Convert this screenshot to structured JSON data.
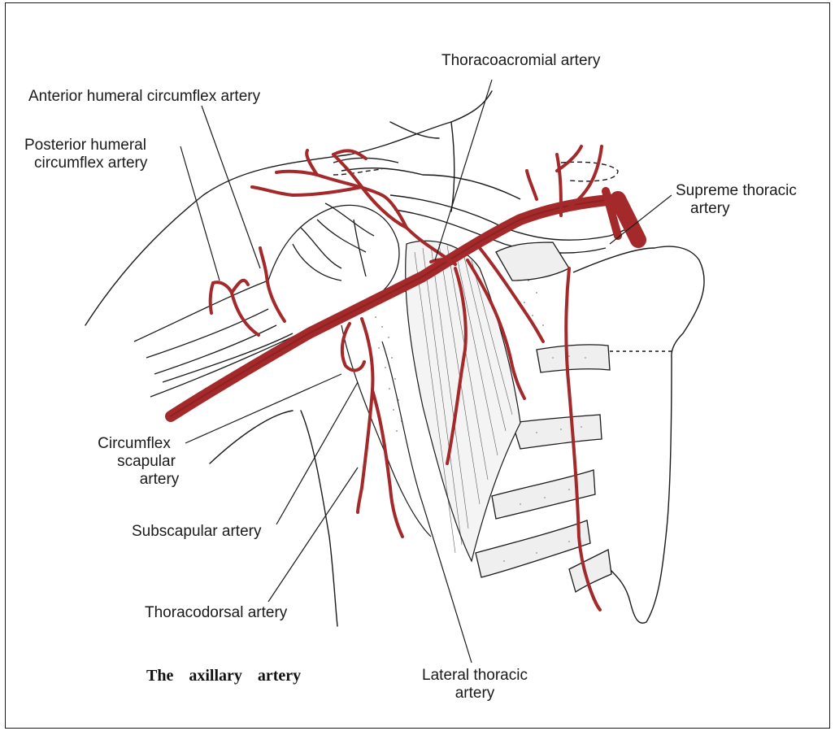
{
  "colors": {
    "artery": "#a3292a",
    "artery_dark": "#6e1416",
    "ink": "#1a1a1a",
    "background": "#ffffff"
  },
  "labels": {
    "thoracoacromial": "Thoracoacromial artery",
    "anterior_humeral": "Anterior humeral circumflex artery",
    "posterior_humeral": [
      "Posterior humeral",
      "circumflex artery"
    ],
    "supreme_thoracic": [
      "Supreme thoracic",
      "artery"
    ],
    "circumflex_scapular": [
      "Circumflex",
      "scapular",
      "artery"
    ],
    "subscapular": "Subscapular artery",
    "thoracodorsal": "Thoracodorsal artery",
    "lateral_thoracic": [
      "Lateral thoracic",
      "artery"
    ]
  },
  "caption": "The axillary artery"
}
